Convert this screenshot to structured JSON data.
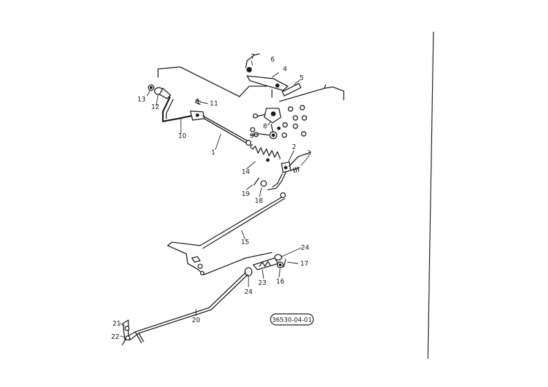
{
  "diagram": {
    "reference_number": "36530-04-01",
    "callouts": [
      {
        "id": "1",
        "label": "1"
      },
      {
        "id": "2",
        "label": "2"
      },
      {
        "id": "3",
        "label": "3"
      },
      {
        "id": "4",
        "label": "4"
      },
      {
        "id": "5",
        "label": "5"
      },
      {
        "id": "6",
        "label": "6"
      },
      {
        "id": "7",
        "label": "7"
      },
      {
        "id": "8",
        "label": "8"
      },
      {
        "id": "9",
        "label": "9"
      },
      {
        "id": "10",
        "label": "10"
      },
      {
        "id": "11",
        "label": "11"
      },
      {
        "id": "12",
        "label": "12"
      },
      {
        "id": "13",
        "label": "13"
      },
      {
        "id": "14",
        "label": "14"
      },
      {
        "id": "15",
        "label": "15"
      },
      {
        "id": "16",
        "label": "16"
      },
      {
        "id": "17",
        "label": "17"
      },
      {
        "id": "18",
        "label": "18"
      },
      {
        "id": "19",
        "label": "19"
      },
      {
        "id": "20",
        "label": "20"
      },
      {
        "id": "21",
        "label": "21"
      },
      {
        "id": "22",
        "label": "22"
      },
      {
        "id": "23",
        "label": "23"
      },
      {
        "id": "24a",
        "label": "24"
      },
      {
        "id": "24b",
        "label": "24"
      }
    ]
  }
}
